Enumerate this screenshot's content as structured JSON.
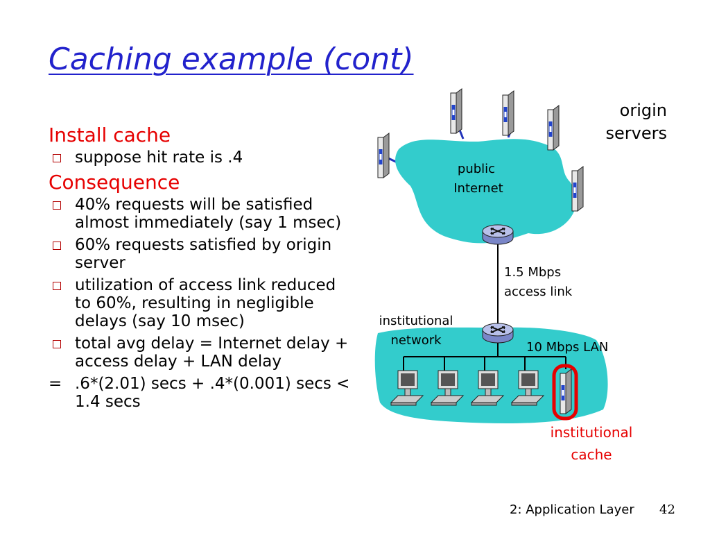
{
  "title": "Caching example (cont)",
  "left": {
    "install_heading": "Install cache",
    "install_bullets": [
      "suppose hit rate is .4"
    ],
    "consequence_heading": "Consequence",
    "consequence_bullets": [
      "40% requests will be satisfied almost immediately (say 1 msec)",
      "60% requests satisfied by origin server",
      "utilization of access link reduced to 60%, resulting in negligible  delays (say 10 msec)",
      "total avg delay   = Internet delay + access delay + LAN delay"
    ],
    "formula_eq": "=",
    "formula": ".6*(2.01) secs  + .4*(0.001) secs < 1.4 secs"
  },
  "diagram": {
    "origin_servers_label": [
      "origin",
      "servers"
    ],
    "public_internet_label": [
      "public",
      "Internet"
    ],
    "access_link_label": [
      "1.5 Mbps",
      "access link"
    ],
    "institutional_network_label": [
      "institutional",
      "network"
    ],
    "lan_label": "10 Mbps LAN",
    "cache_label": [
      "institutional",
      "cache"
    ]
  },
  "colors": {
    "title": "#2222cc",
    "heading": "#e60000",
    "cloud": "#33cccc",
    "cache_highlight": "#e60000",
    "link_blue": "#2233bb"
  },
  "footer": {
    "text": "2: Application Layer",
    "page": "42"
  }
}
